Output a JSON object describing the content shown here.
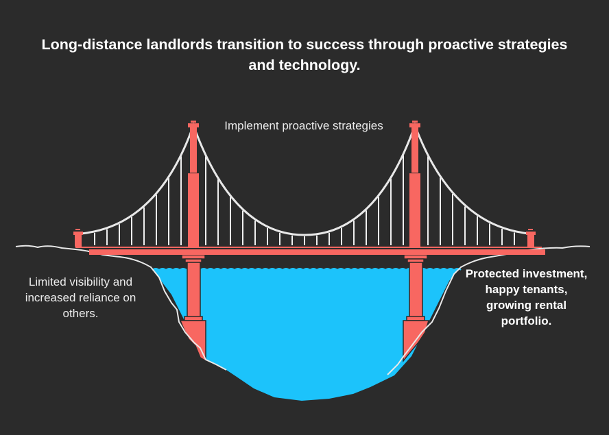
{
  "title": "Long-distance landlords transition to success through proactive strategies and technology.",
  "bridge_label": "Implement proactive strategies",
  "start_label": "Limited visibility and increased reliance on others.",
  "end_label": "Protected investment, happy tenants, growing rental portfolio.",
  "colors": {
    "background": "#2b2b2b",
    "bridge": "#f86761",
    "water": "#1cc3fb",
    "line": "#e8e8e8"
  }
}
